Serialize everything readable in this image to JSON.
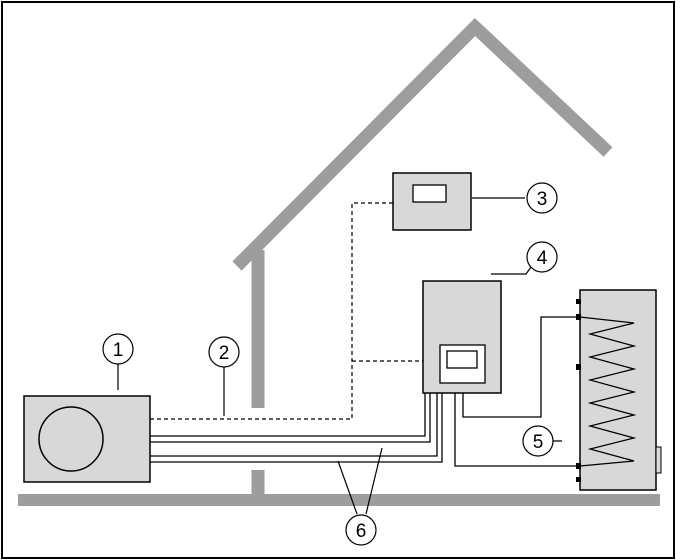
{
  "callouts": {
    "c1": "1",
    "c2": "2",
    "c3": "3",
    "c4": "4",
    "c5": "5",
    "c6": "6"
  },
  "colors": {
    "equipment_fill": "#d8d8d8",
    "house_outline": "#9d9d9d",
    "line": "#000000",
    "background": "#ffffff"
  }
}
